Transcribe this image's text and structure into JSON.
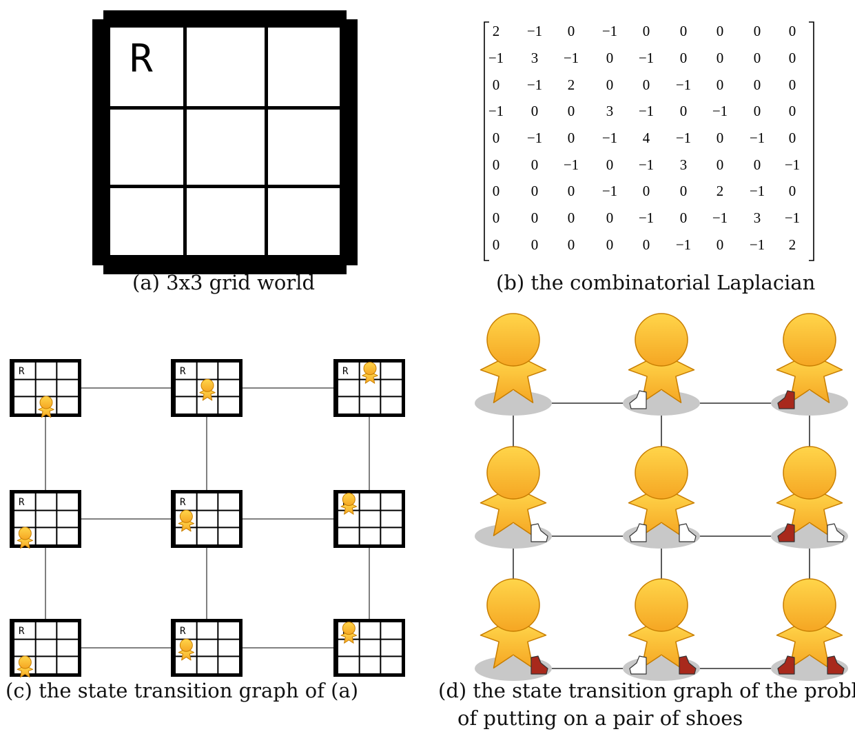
{
  "panel_a": {
    "caption": "(a) 3x3 grid world",
    "start_label": "R"
  },
  "panel_b": {
    "caption": "(b) the combinatorial Laplacian",
    "matrix": [
      [
        "2",
        "−1",
        "0",
        "−1",
        "0",
        "0",
        "0",
        "0",
        "0"
      ],
      [
        "−1",
        "3",
        "−1",
        "0",
        "−1",
        "0",
        "0",
        "0",
        "0"
      ],
      [
        "0",
        "−1",
        "2",
        "0",
        "0",
        "−1",
        "0",
        "0",
        "0"
      ],
      [
        "−1",
        "0",
        "0",
        "3",
        "−1",
        "0",
        "−1",
        "0",
        "0"
      ],
      [
        "0",
        "−1",
        "0",
        "−1",
        "4",
        "−1",
        "0",
        "−1",
        "0"
      ],
      [
        "0",
        "0",
        "−1",
        "0",
        "−1",
        "3",
        "0",
        "0",
        "−1"
      ],
      [
        "0",
        "0",
        "0",
        "−1",
        "0",
        "0",
        "2",
        "−1",
        "0"
      ],
      [
        "0",
        "0",
        "0",
        "0",
        "−1",
        "0",
        "−1",
        "3",
        "−1"
      ],
      [
        "0",
        "0",
        "0",
        "0",
        "0",
        "−1",
        "0",
        "−1",
        "2"
      ]
    ]
  },
  "panel_c": {
    "caption": "(c) the state transition graph of (a)",
    "node_label": "R",
    "agent_cells": [
      [
        1,
        2
      ],
      [
        1,
        1
      ],
      [
        1,
        0
      ],
      [
        0,
        2
      ],
      [
        0,
        1
      ],
      [
        0,
        0
      ],
      [
        0,
        2
      ],
      [
        0,
        1
      ],
      [
        0,
        0
      ]
    ]
  },
  "panel_d": {
    "caption_line1": "(d) the state transition graph of the problem",
    "caption_line2": "of putting on a pair of shoes",
    "shoe_states": [
      [
        "none",
        "none"
      ],
      [
        "white",
        "none"
      ],
      [
        "red",
        "none"
      ],
      [
        "none",
        "white"
      ],
      [
        "white",
        "white"
      ],
      [
        "red",
        "white"
      ],
      [
        "none",
        "red"
      ],
      [
        "white",
        "red"
      ],
      [
        "red",
        "red"
      ]
    ]
  },
  "colors": {
    "ink": "#000000",
    "agent_fill_top": "#ffd54a",
    "agent_fill_bottom": "#f5a623",
    "agent_outline": "#c77d00",
    "shadow": "#c8c8c8",
    "red_shoe": "#a8291c",
    "white_shoe": "#ffffff"
  }
}
